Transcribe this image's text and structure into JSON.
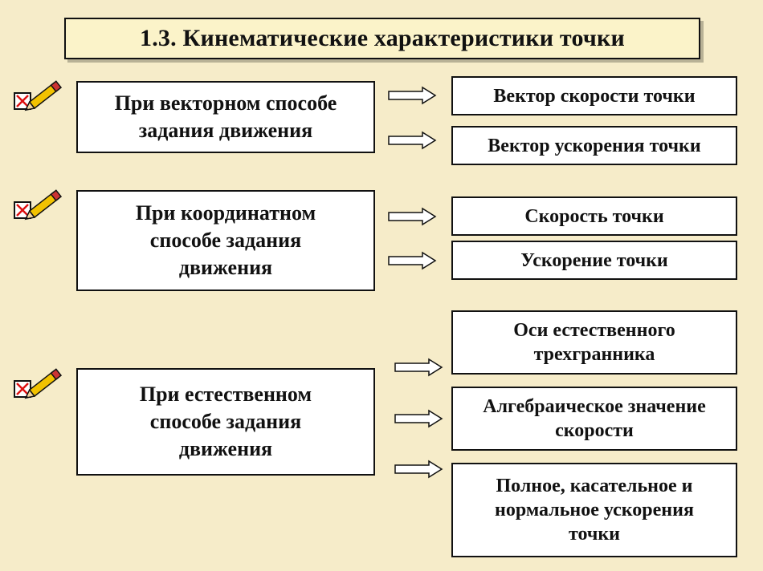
{
  "title": "1.3. Кинематические характеристики точки",
  "methods": [
    {
      "label": "При векторном способе задания движения",
      "lines": [
        "При векторном способе",
        "задания движения"
      ],
      "results": [
        {
          "lines": [
            "Вектор скорости точки"
          ]
        },
        {
          "lines": [
            "Вектор ускорения точки"
          ]
        }
      ]
    },
    {
      "label": "При координатном способе задания движения",
      "lines": [
        "При координатном",
        "способе задания",
        "движения"
      ],
      "results": [
        {
          "lines": [
            "Скорость точки"
          ]
        },
        {
          "lines": [
            "Ускорение точки"
          ]
        }
      ]
    },
    {
      "label": "При естественном способе задания движения",
      "lines": [
        "При естественном",
        "способе задания",
        "движения"
      ],
      "results": [
        {
          "lines": [
            "Оси естественного",
            "трехгранника"
          ]
        },
        {
          "lines": [
            "Алгебраическое значение",
            "скорости"
          ]
        },
        {
          "lines": [
            "Полное, касательное и",
            "нормальное ускорения",
            "точки"
          ]
        }
      ]
    }
  ],
  "colors": {
    "background": "#f6ecc9",
    "title_background": "#fbf3c9",
    "checkbox_mark": "#d11",
    "pencil": "#f2c200"
  },
  "icons": [
    "checkbox-x-icon",
    "pencil-icon"
  ]
}
